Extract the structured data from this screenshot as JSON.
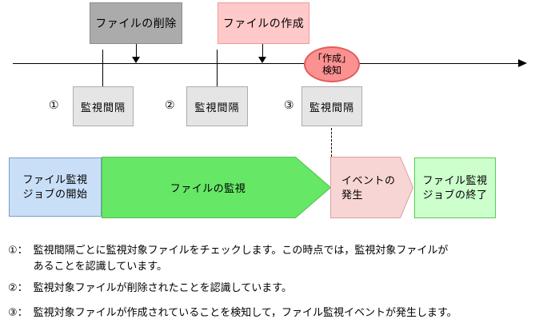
{
  "colors": {
    "delete_box_fill": "#ABABAB",
    "create_box_fill": "#FFC9C9",
    "detect_bubble_fill": "#FB9191",
    "detect_bubble_border": "#E25C5C",
    "interval_box_fill": "#E5E5E5",
    "start_box_fill": "#C9DFF7",
    "monitor_arrow_fill": "#66E766",
    "event_arrow_fill": "#F8D5D5",
    "end_box_fill": "#CCFFCC"
  },
  "timeline": {
    "delete_box_label": "ファイルの削除",
    "create_box_label": "ファイルの作成",
    "detect_bubble_label": "「作成」\n検知"
  },
  "intervals": {
    "box_label": "監視間隔",
    "markers": [
      "①",
      "②",
      "③"
    ]
  },
  "process": {
    "start_label": "ファイル監視\nジョブの開始",
    "monitor_label": "ファイルの監視",
    "event_label": "イベントの\n発生",
    "end_label": "ファイル監視\nジョブの終了"
  },
  "notes": [
    {
      "marker": "①：",
      "text": "監視間隔ごとに監視対象ファイルをチェックします。この時点では，監視対象ファイルが\nあることを認識しています。"
    },
    {
      "marker": "②：",
      "text": "監視対象ファイルが削除されたことを認識しています。"
    },
    {
      "marker": "③：",
      "text": "監視対象ファイルが作成されていることを検知して，ファイル監視イベントが発生します。"
    }
  ]
}
